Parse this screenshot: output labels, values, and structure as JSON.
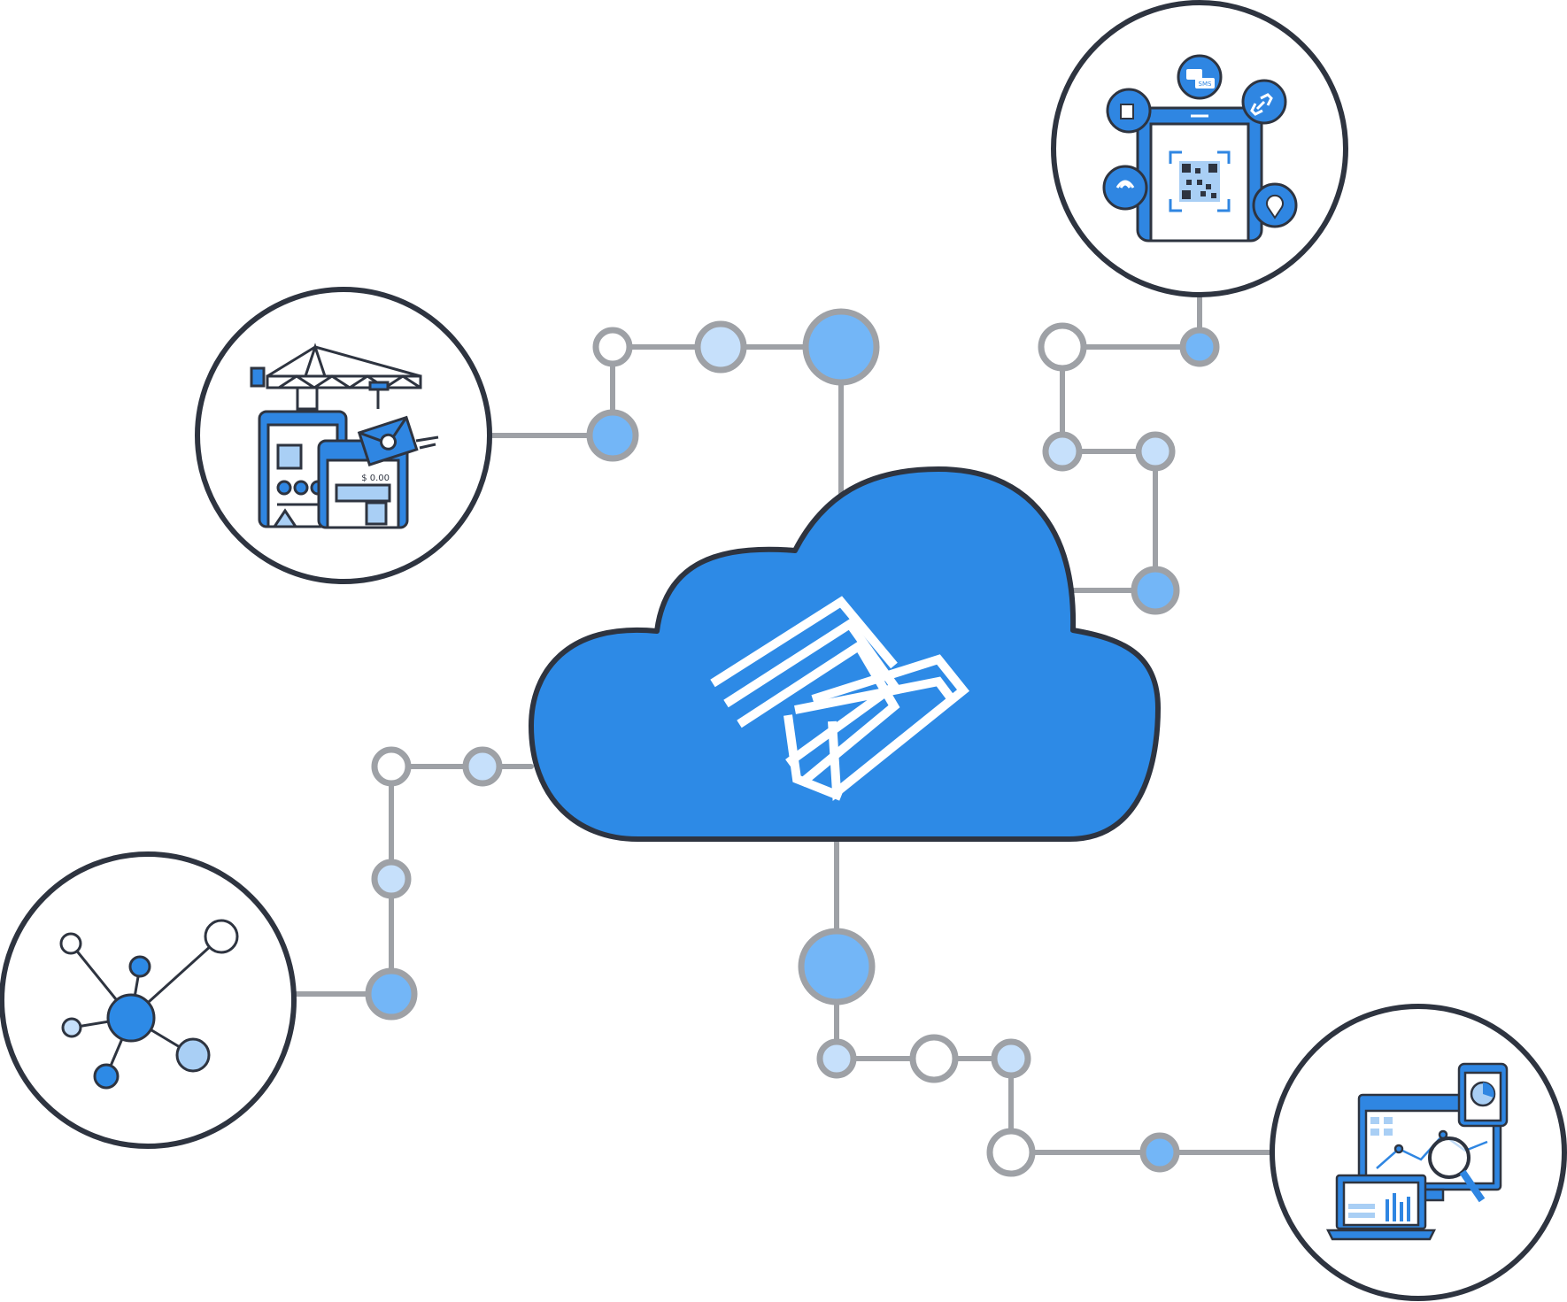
{
  "diagram": {
    "theme": {
      "outline": "#2e3440",
      "connector": "#9ea1a6",
      "cloud_fill": "#2d8ae6",
      "node_dark": "#2d8ae6",
      "node_mid": "#73b6f7",
      "node_light": "#c6e0fb",
      "node_empty": "#ffffff",
      "icon_blue": "#2f86e2",
      "icon_light": "#a9cff5"
    },
    "center": {
      "name": "cloud",
      "logo": "stripe-z-logo-icon"
    },
    "satellites": [
      {
        "id": "app-builder",
        "icon": "crane-building-apps-icon",
        "screen_text": "$ 0.00"
      },
      {
        "id": "mobile-scan",
        "icon": "mobile-qr-scan-icon",
        "badge_text": "SMS"
      },
      {
        "id": "network",
        "icon": "network-hub-icon"
      },
      {
        "id": "analytics",
        "icon": "analytics-devices-icon"
      }
    ]
  }
}
